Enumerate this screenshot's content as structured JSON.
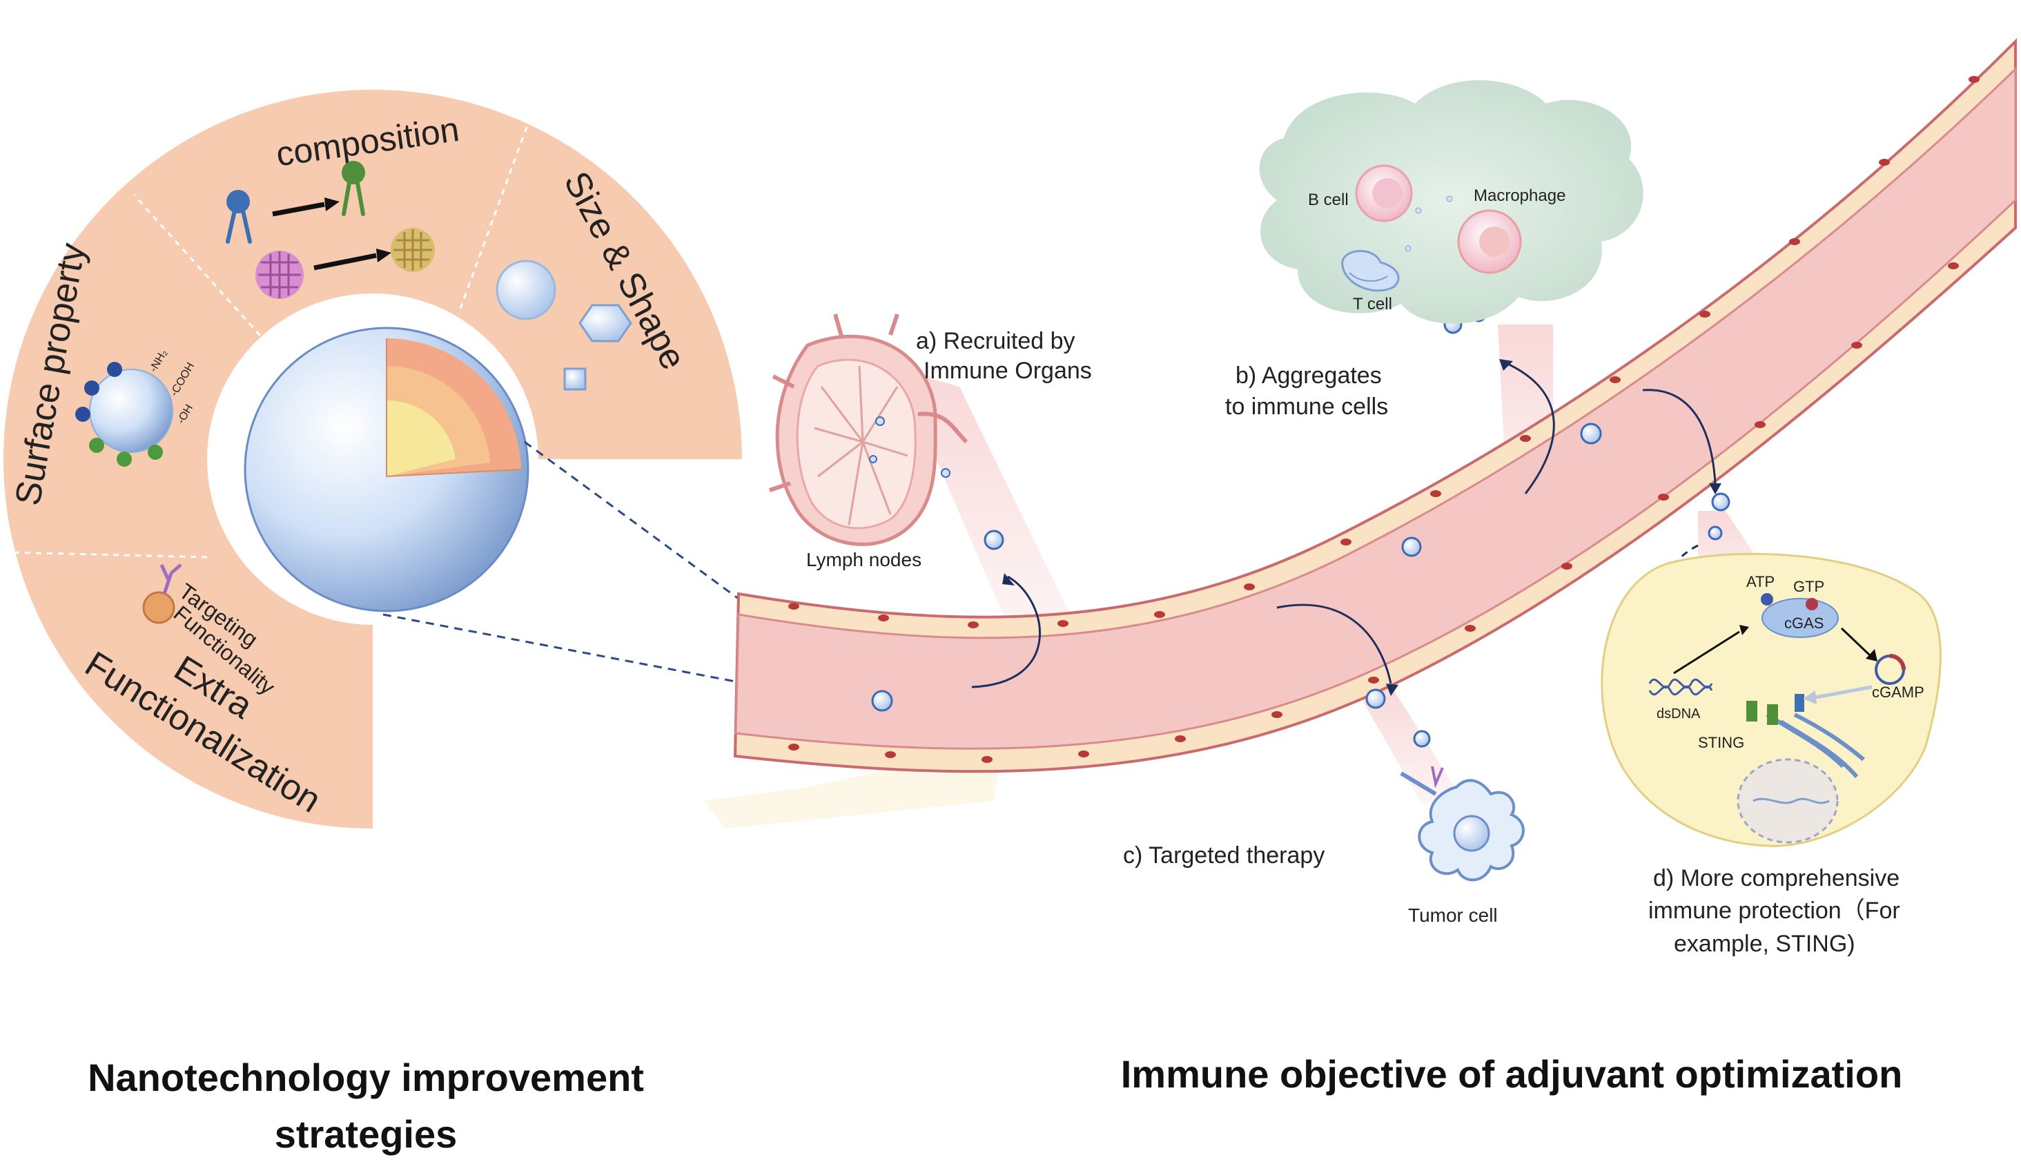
{
  "left_panel": {
    "sections": {
      "composition": "composition",
      "size_shape": "Size & Shape",
      "surface_property": "Surface property",
      "extra_line1": "Extra",
      "extra_line2": "Functionalization",
      "targeting_line1": "Targeting",
      "targeting_line2": "Functionality"
    },
    "surface_groups": {
      "nh2": "-NH₂",
      "cooh": "-COOH",
      "oh": "-OH"
    }
  },
  "right_panel": {
    "labels": {
      "a_line1": "a) Recruited by",
      "a_line2": "Immune Organs",
      "lymph_nodes": "Lymph nodes",
      "b_line1": "b) Aggregates",
      "b_line2": "to immune cells",
      "b_cell": "B cell",
      "macrophage": "Macrophage",
      "t_cell": "T cell",
      "c_label": "c) Targeted therapy",
      "tumor_cell": "Tumor cell",
      "d_line1": "d) More comprehensive",
      "d_line2": "immune protection（For",
      "d_line3": "example, STING)"
    },
    "sting_labels": {
      "atp": "ATP",
      "gtp": "GTP",
      "cgas": "cGAS",
      "cgamp": "cGAMP",
      "dsdna": "dsDNA",
      "sting": "STING"
    }
  },
  "captions": {
    "left_line1": "Nanotechnology improvement",
    "left_line2": "strategies",
    "right": "Immune objective of adjuvant optimization"
  },
  "colors": {
    "peach": "#f7cbb0",
    "vessel": "#f4c6c4",
    "vessel_wall": "#f9e3c4",
    "particle": "#cfe0f7",
    "cloud": "#d7e9df",
    "cell": "#fbf2c7"
  }
}
